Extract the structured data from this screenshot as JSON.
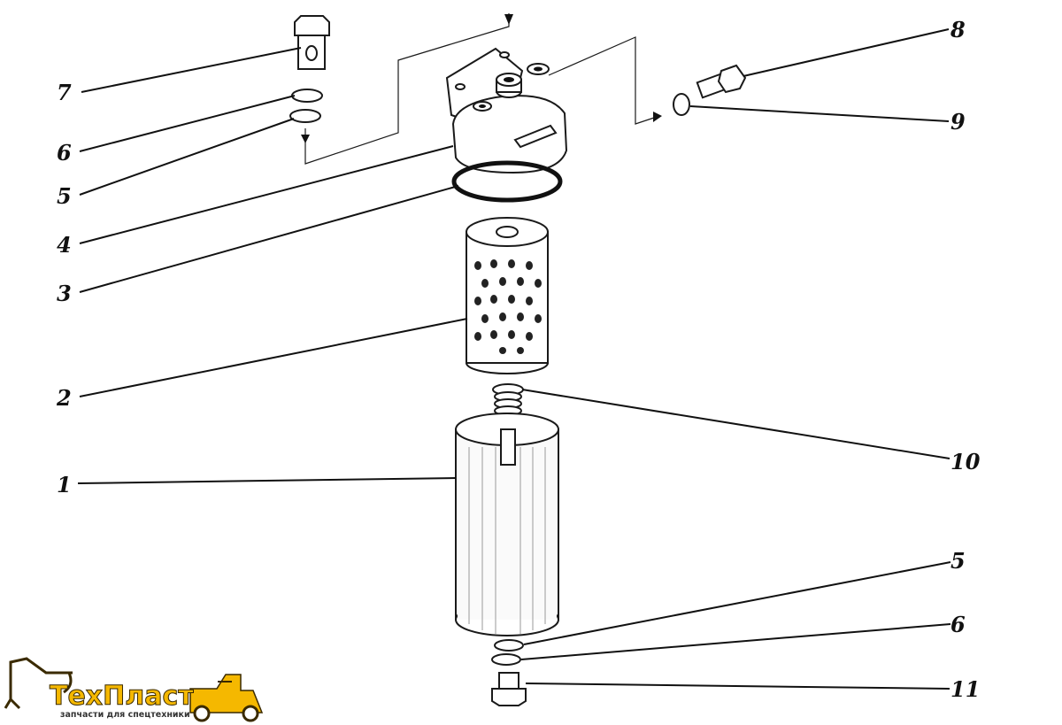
{
  "callouts": {
    "c1": "1",
    "c2": "2",
    "c3": "3",
    "c4": "4",
    "c5_top": "5",
    "c6_top": "6",
    "c7": "7",
    "c8": "8",
    "c9": "9",
    "c10": "10",
    "c5_bottom": "5",
    "c6_bottom": "6",
    "c11": "11"
  },
  "logo": {
    "name": "ТехПласт",
    "tagline": "запчасти для спецтехники",
    "colors": {
      "yellow": "#f5b800",
      "dark": "#3a2a00"
    }
  }
}
